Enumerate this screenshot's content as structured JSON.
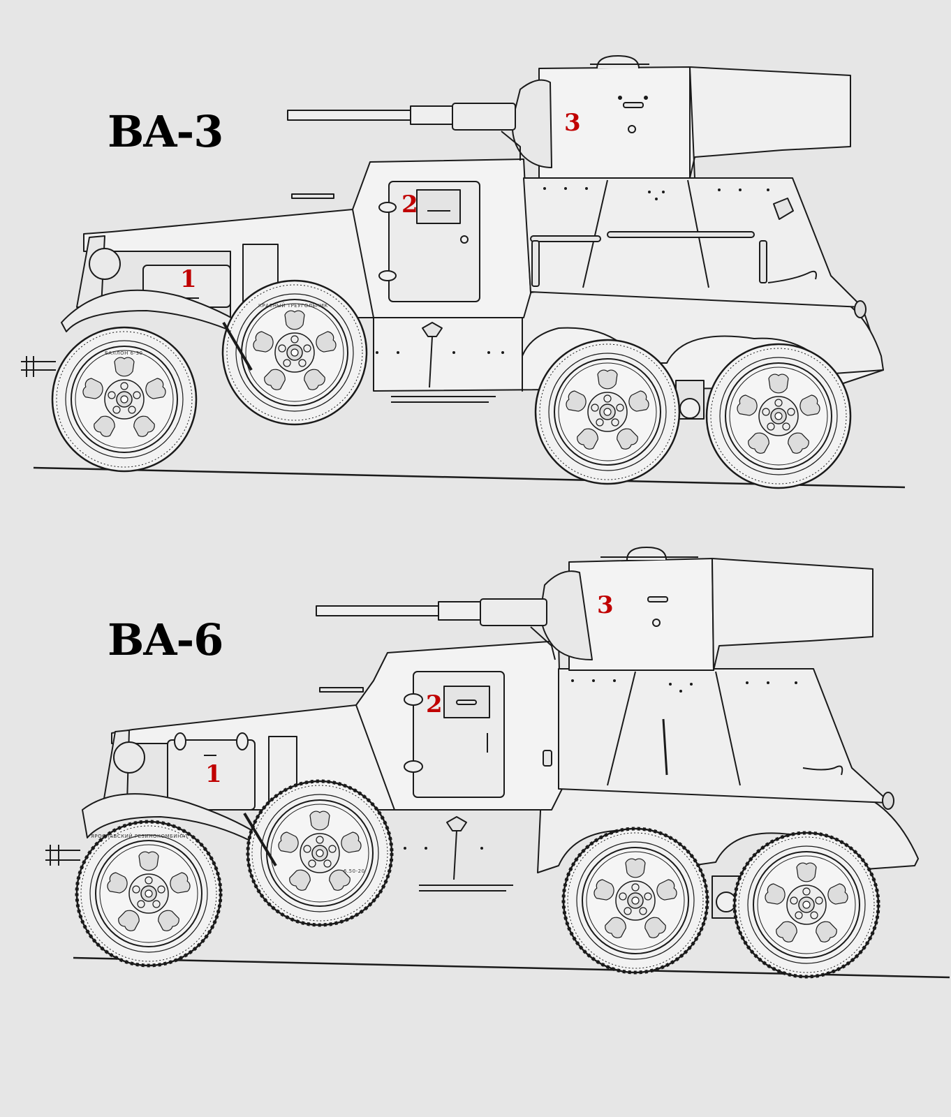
{
  "vehicles": [
    {
      "title": "BA-3",
      "callouts": [
        "1",
        "2",
        "3"
      ],
      "tyre_text": [
        "КРАСНЫЙ ТРЕУГОЛЬНИК",
        "БАЛЛОН 6-30"
      ]
    },
    {
      "title": "BA-6",
      "callouts": [
        "1",
        "2",
        "3"
      ],
      "tyre_text": [
        "ЯРОСЛАВСКИЙ РЕЗИНОКОМБИНАТ",
        "6.50-20"
      ]
    }
  ],
  "colors": {
    "background": "#e6e6e6",
    "line": "#1a1a1a",
    "callout": "#c00000",
    "title": "#000000"
  }
}
